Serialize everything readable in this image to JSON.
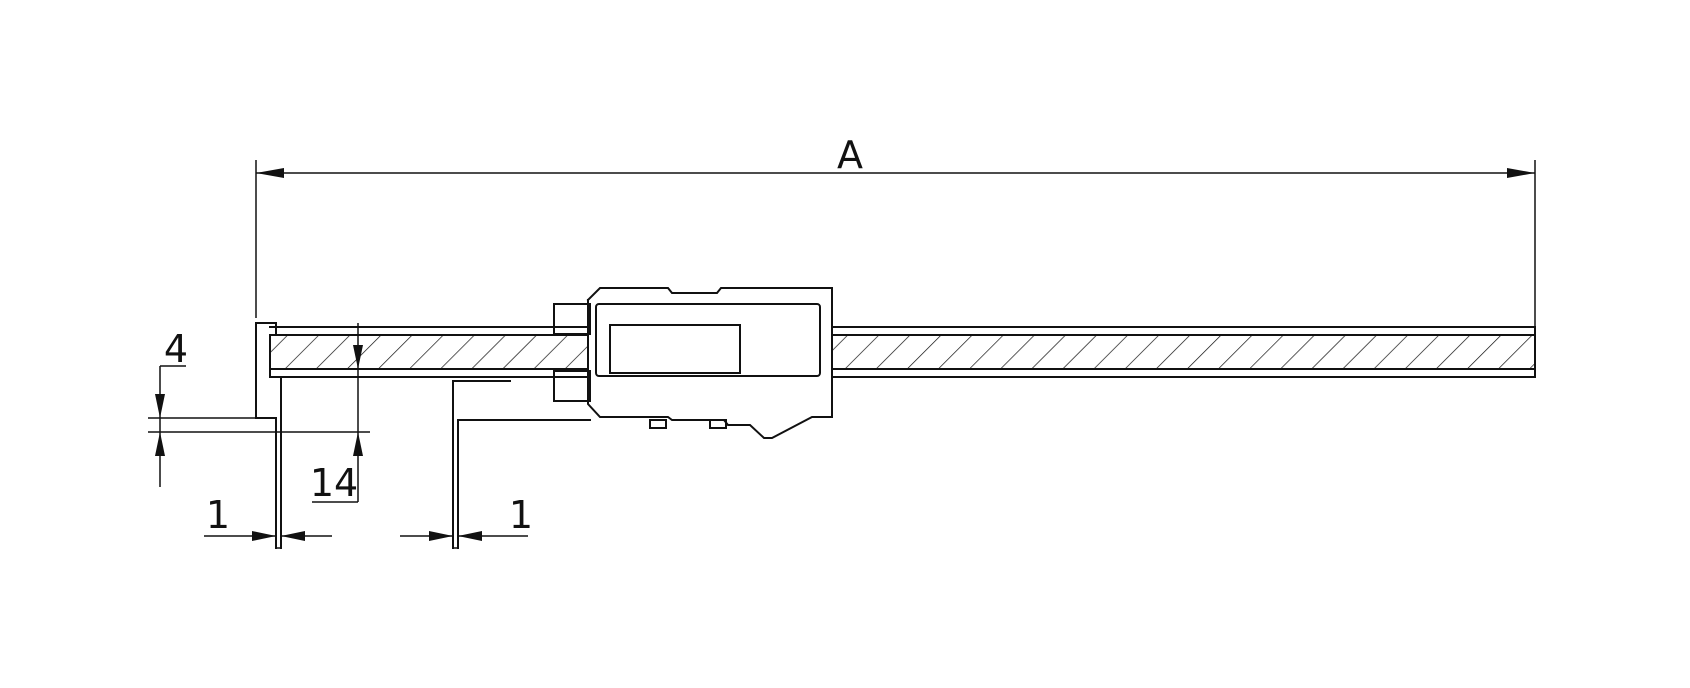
{
  "labels": {
    "overall_length": "A",
    "tip_height": "4",
    "jaw_depth": "14",
    "left_jaw_width": "1",
    "right_jaw_width": "1"
  },
  "colors": {
    "line": "#111111",
    "background": "#ffffff"
  }
}
